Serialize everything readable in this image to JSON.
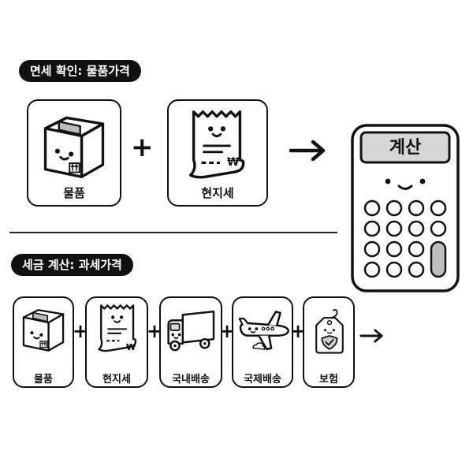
{
  "section1": {
    "title": "면세 확인: 물품가격",
    "items": [
      {
        "label": "물품",
        "icon": "box-icon"
      },
      {
        "label": "현지세",
        "icon": "receipt-icon"
      }
    ],
    "operator": "+"
  },
  "calculator": {
    "display": "계산",
    "icon": "calculator-icon"
  },
  "section2": {
    "title": "세금 계산: 과세가격",
    "items": [
      {
        "label": "물품",
        "icon": "box-icon"
      },
      {
        "label": "현지세",
        "icon": "receipt-icon"
      },
      {
        "label": "국내배송",
        "icon": "truck-icon"
      },
      {
        "label": "국제배송",
        "icon": "airplane-icon"
      },
      {
        "label": "보험",
        "icon": "shield-tag-icon"
      }
    ],
    "operator": "+"
  },
  "receipt_currency": "₩"
}
